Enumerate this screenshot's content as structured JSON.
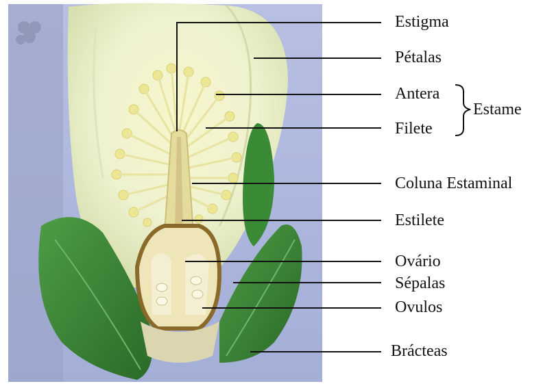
{
  "labels": {
    "estigma": "Estigma",
    "petalas": "Pétalas",
    "antera": "Antera",
    "filete": "Filete",
    "estame": "Estame",
    "coluna": "Coluna Estaminal",
    "estilete": "Estilete",
    "ovario": "Ovário",
    "sepalas": "Sépalas",
    "ovulos": "Ovulos",
    "bracteas": "Brácteas"
  },
  "icons": {
    "watermark": "clover-watermark-icon"
  },
  "colors": {
    "background_blue": "#aab4dc",
    "petal": "#f2f5d8",
    "petal_shade": "#d6dca4",
    "bract": "#3e8a3a",
    "bract_dark": "#2c6b2a",
    "stamen": "#ece79a",
    "style_column": "#d9cf95",
    "ovary_brown": "#8a6a2a",
    "line": "#111111"
  }
}
